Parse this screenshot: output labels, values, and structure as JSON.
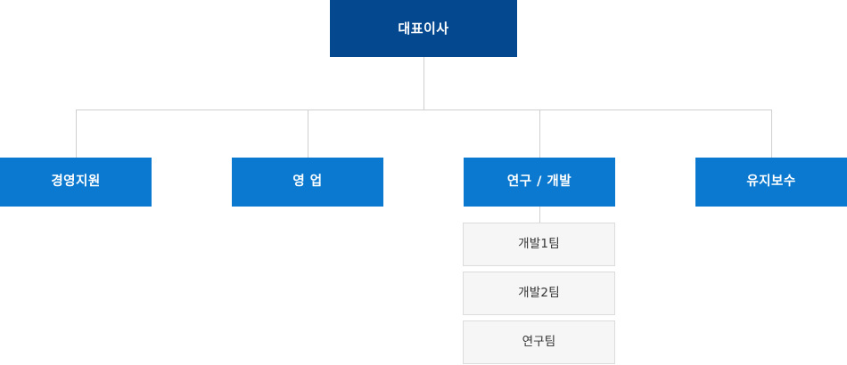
{
  "chart": {
    "title": "organization-chart",
    "colors": {
      "root_box": "#04488f",
      "dept_box": "#0b79cf",
      "team_box": "#f6f6f6",
      "team_border": "#dcdcdc",
      "connector_line": "#cfcfcf",
      "root_text": "#ffffff",
      "dept_text": "#ffffff",
      "team_text": "#333333",
      "background": "#ffffff"
    },
    "root": {
      "label": "대표이사"
    },
    "departments": [
      {
        "label": "경영지원"
      },
      {
        "label": "영 업"
      },
      {
        "label": "연구 / 개발"
      },
      {
        "label": "유지보수"
      }
    ],
    "teams": [
      {
        "label": "개발1팀"
      },
      {
        "label": "개발2팀"
      },
      {
        "label": "연구팀"
      }
    ]
  }
}
